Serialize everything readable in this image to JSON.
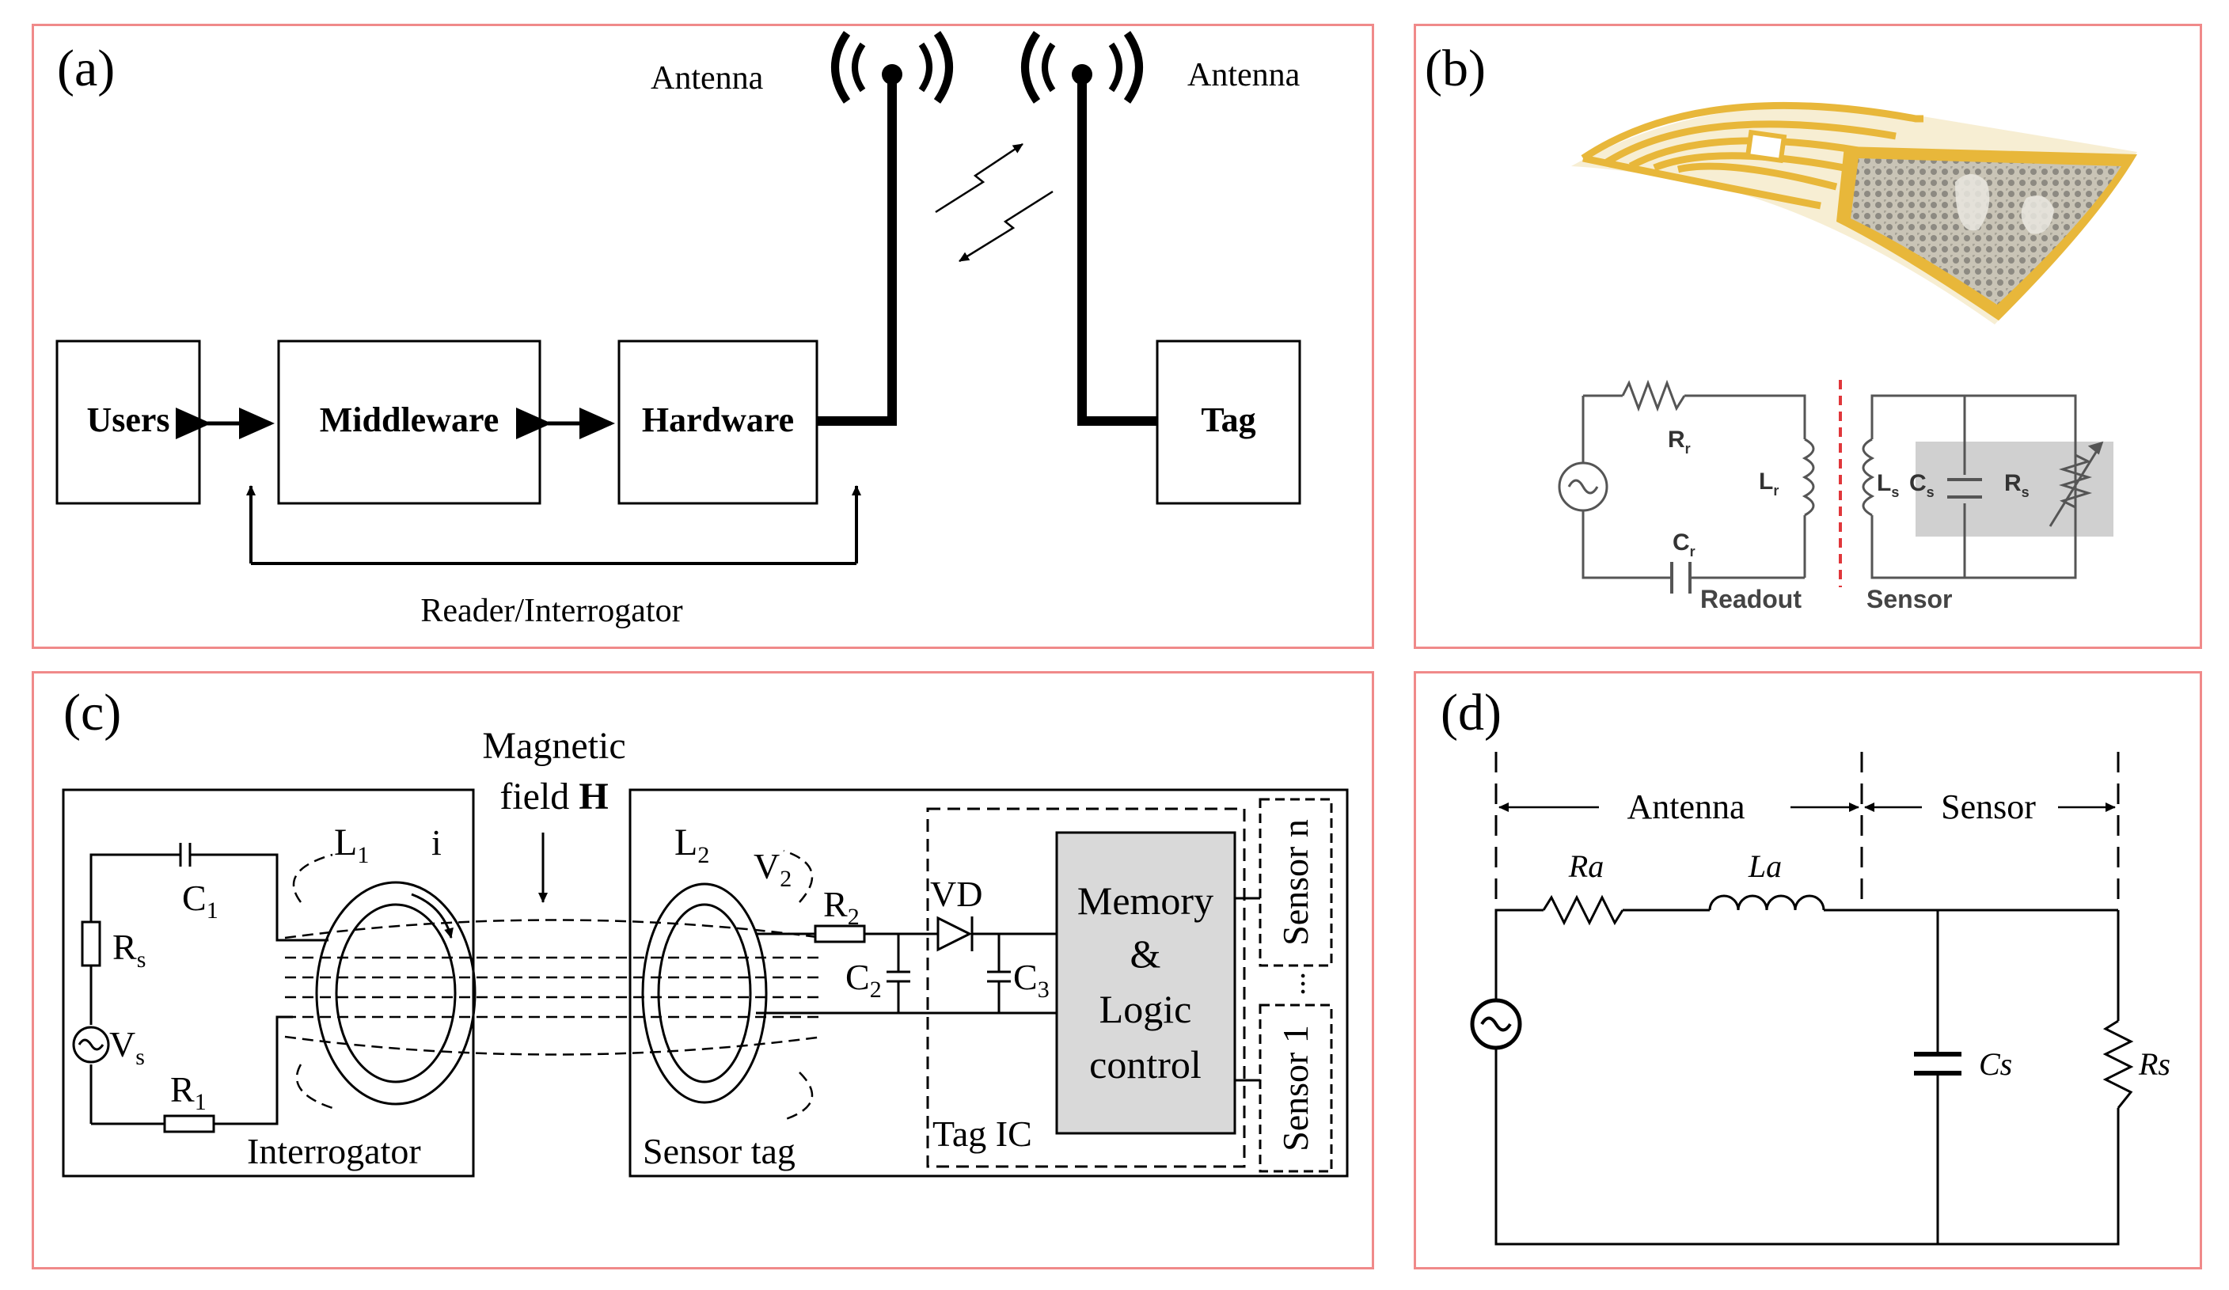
{
  "panels": {
    "a": {
      "label": "(a)",
      "antenna_left": "Antenna",
      "antenna_right": "Antenna",
      "users": "Users",
      "middleware": "Middleware",
      "hardware": "Hardware",
      "tag": "Tag",
      "reader": "Reader/Interrogator"
    },
    "b": {
      "label": "(b)",
      "rr": "R",
      "rr_sub": "r",
      "lr": "L",
      "lr_sub": "r",
      "cr": "C",
      "cr_sub": "r",
      "ls": "L",
      "ls_sub": "s",
      "cs": "C",
      "cs_sub": "s",
      "rs": "R",
      "rs_sub": "s",
      "readout": "Readout",
      "sensor": "Sensor",
      "coil_color": "#e8b73a",
      "divider_color": "#e0373b"
    },
    "c": {
      "label": "(c)",
      "magnetic_line1": "Magnetic",
      "magnetic_line2": "field ",
      "magnetic_bold": "H",
      "l1": "L",
      "l1_sub": "1",
      "i": "i",
      "c1": "C",
      "c1_sub": "1",
      "rs": "R",
      "rs_sub": "s",
      "vs": "V",
      "vs_sub": "s",
      "r1": "R",
      "r1_sub": "1",
      "interrogator": "Interrogator",
      "l2": "L",
      "l2_sub": "2",
      "v2": "V",
      "v2_sub": "2",
      "r2": "R",
      "r2_sub": "2",
      "vd": "VD",
      "c2": "C",
      "c2_sub": "2",
      "c3": "C",
      "c3_sub": "3",
      "memory_line1": "Memory",
      "memory_line2": "&",
      "memory_line3": "Logic",
      "memory_line4": "control",
      "sensor_n": "Sensor n",
      "dots": "...",
      "sensor_1": "Sensor 1",
      "tag_ic": "Tag IC",
      "sensor_tag": "Sensor tag"
    },
    "d": {
      "label": "(d)",
      "antenna": "Antenna",
      "sensor": "Sensor",
      "ra": "Ra",
      "la": "La",
      "cs": "Cs",
      "rs": "Rs"
    }
  }
}
